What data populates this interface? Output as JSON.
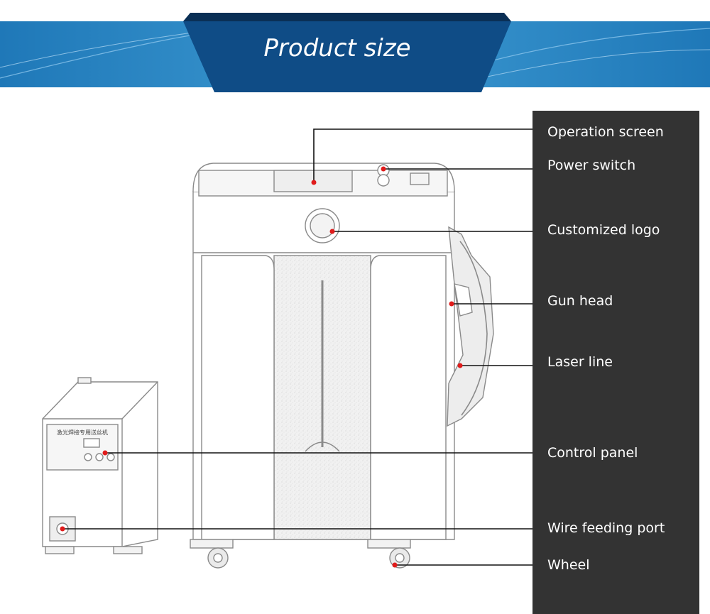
{
  "header": {
    "title": "Product size"
  },
  "colors": {
    "banner_dark": "#0f4c86",
    "banner_light": "#2a86c4",
    "panel": "#333333",
    "marker": "#e01b1b",
    "line": "#111111",
    "sketch_stroke": "#8a8a8a"
  },
  "chinese_label_text": "激光焊接专用送丝机",
  "labels": [
    {
      "id": "operation-screen",
      "text": "Operation screen"
    },
    {
      "id": "power-switch",
      "text": "Power switch"
    },
    {
      "id": "customized-logo",
      "text": "Customized logo"
    },
    {
      "id": "gun-head",
      "text": "Gun head"
    },
    {
      "id": "laser-line",
      "text": "Laser line"
    },
    {
      "id": "control-panel",
      "text": "Control panel"
    },
    {
      "id": "wire-feeding-port",
      "text": "Wire feeding port"
    },
    {
      "id": "wheel",
      "text": "Wheel"
    }
  ]
}
